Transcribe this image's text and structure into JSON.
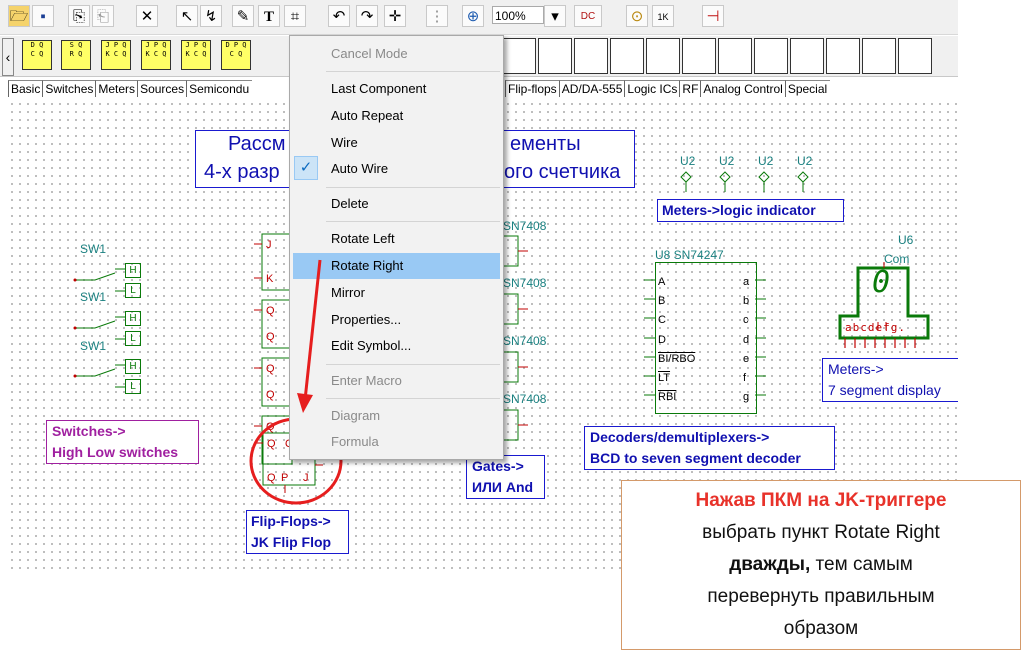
{
  "toolbar": {
    "zoom_value": "100%",
    "icons": [
      "open-folder-icon",
      "save-icon",
      "copy-icon",
      "paste-icon",
      "delete-x-icon",
      "pointer-icon",
      "wire-tool-icon",
      "pencil-icon",
      "text-tool-icon",
      "graph-tool-icon",
      "undo-icon",
      "redo-icon",
      "crosshair-icon",
      "grid-icon",
      "zoom-icon",
      "zoom-dropdown-icon",
      "component-dropdown-icon",
      "probe-icon",
      "resistor-1k-icon",
      "pin-icon"
    ],
    "component_button_label": "DC",
    "resistor_label": "1K"
  },
  "component_bar": {
    "items": [
      {
        "top": "D Q",
        "bot": "C Q"
      },
      {
        "top": "S Q",
        "bot": "R Q"
      },
      {
        "top": "J P Q",
        "bot": "K C Q"
      },
      {
        "top": "J P Q",
        "bot": "K C Q"
      },
      {
        "top": "J P Q",
        "bot": "K C Q"
      },
      {
        "top": "D P Q",
        "bot": "C Q"
      }
    ]
  },
  "tabs": [
    "Basic",
    "Switches",
    "Meters",
    "Sources",
    "Semicondu",
    "Flip-flops",
    "AD/DA-555",
    "Logic ICs",
    "RF",
    "Analog Control",
    "Special"
  ],
  "context_menu": {
    "cancel_mode": "Cancel Mode",
    "last_component": "Last Component",
    "auto_repeat": "Auto Repeat",
    "wire": "Wire",
    "auto_wire": "Auto Wire",
    "delete": "Delete",
    "rotate_left": "Rotate Left",
    "rotate_right": "Rotate Right",
    "mirror": "Mirror",
    "properties": "Properties...",
    "edit_symbol": "Edit Symbol...",
    "enter_macro": "Enter Macro",
    "diagram": "Diagram",
    "formula": "Formula",
    "checkmark": "✓"
  },
  "schematic": {
    "title_line1_left": "Рассм",
    "title_line1_right": "ементы",
    "title_line2_left": "4-х разр",
    "title_line2_right": "ого счетчика",
    "sw_labels": [
      "SW1",
      "SW1",
      "SW1"
    ],
    "h_label": "H",
    "l_label": "L",
    "switches_note_1": "Switches->",
    "switches_note_2": "High Low switches",
    "ff_labels": [
      "J",
      "K",
      "Q",
      "Q",
      "Q",
      "Q",
      "Q",
      "Q",
      "Q",
      "P",
      "J"
    ],
    "ff_note_1": "Flip-Flops->",
    "ff_note_2": "JK Flip Flop",
    "gate_labels": [
      "SN7408",
      "SN7408",
      "SN7408",
      "SN7408"
    ],
    "gates_note_1": "Gates->",
    "gates_note_2": "ИЛИ And",
    "u2_labels": [
      "U2",
      "U2",
      "U2",
      "U2"
    ],
    "meters_logic": "Meters->logic indicator",
    "decoder_title": "U8 SN74247",
    "decoder_left_pins": [
      "A",
      "B",
      "C",
      "D",
      "BI/RBO",
      "LT",
      "RBI"
    ],
    "decoder_right_pins": [
      "a",
      "b",
      "c",
      "d",
      "e",
      "f",
      "g"
    ],
    "decoder_note_1": "Decoders/demultiplexers->",
    "decoder_note_2": "BCD to seven segment decoder",
    "u6_label": "U6",
    "com_label": "Com",
    "seg_digit": "0",
    "seg_pins": "abcdefg.",
    "meters_7seg_1": "Meters->",
    "meters_7seg_2": "7 segment display"
  },
  "note": {
    "bold_red": "Нажав ПКМ на JK-триггере",
    "line2": "выбрать пункт Rotate Right",
    "bold_word": "дважды,",
    "line3_rest": " тем самым",
    "line4": "перевернуть правильным",
    "line5": "образом"
  },
  "colors": {
    "menu_highlight": "#99c9f4",
    "note_red": "#e8322a",
    "annotation_red": "#e61e1e",
    "schematic_blue": "#1a1ad0",
    "component_green": "#0a7a0a"
  }
}
